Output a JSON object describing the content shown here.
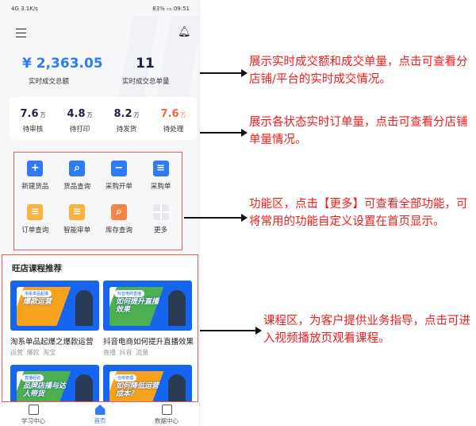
{
  "status_bar": {
    "left": "4G 3.1K/s",
    "battery": "83%",
    "time": "09:51"
  },
  "header": {
    "menu_icon": "menu-icon",
    "bell_icon": "bell-icon"
  },
  "summary": {
    "amount": "¥ 2,363.05",
    "amount_label": "实时成交总额",
    "count": "11",
    "count_label": "实时成交总单量"
  },
  "stats": [
    {
      "value": "7.6",
      "unit": "万",
      "label": "待审核",
      "color": "#1d2140"
    },
    {
      "value": "4.8",
      "unit": "万",
      "label": "待打印",
      "color": "#1d2140"
    },
    {
      "value": "8.2",
      "unit": "万",
      "label": "待发货",
      "color": "#1d2140"
    },
    {
      "value": "7.6",
      "unit": "万",
      "label": "待处理",
      "color": "#f26a3d"
    }
  ],
  "functions": [
    {
      "label": "新建货品",
      "icon": "plus-icon",
      "glyph": "+",
      "color": "#2f7bf5"
    },
    {
      "label": "货品查询",
      "icon": "search-icon",
      "glyph": "⌕",
      "color": "#2f7bf5"
    },
    {
      "label": "采购开单",
      "icon": "shopping-bag-icon",
      "glyph": "−",
      "color": "#2f7bf5"
    },
    {
      "label": "采购单",
      "icon": "document-icon",
      "glyph": "≡",
      "color": "#2f7bf5"
    },
    {
      "label": "订单查询",
      "icon": "order-search-icon",
      "glyph": "≡",
      "color": "#fbb33e"
    },
    {
      "label": "智能审单",
      "icon": "monitor-icon",
      "glyph": "≡",
      "color": "#fbb33e"
    },
    {
      "label": "库存查询",
      "icon": "warehouse-icon",
      "glyph": "⌕",
      "color": "#f6834a"
    },
    {
      "label": "更多",
      "icon": "grid-icon",
      "glyph": "",
      "color": "#e6e8ee"
    }
  ],
  "courses": {
    "title": "旺店课程推荐",
    "items": [
      {
        "name": "淘系单品起爆之爆款运营",
        "tags": "运营 爆款 淘宝",
        "banner": "爆款运营",
        "badge": "淘系单品起爆",
        "panel": "#f7a21b"
      },
      {
        "name": "抖音电商如何提升直播效果",
        "tags": "直播 抖音 流量",
        "banner": "如何提升直播效果",
        "badge": "抖音电商直播",
        "panel": "#4caf50"
      },
      {
        "name": "",
        "tags": "",
        "banner": "品牌店播与达人带货",
        "badge": "直播经验",
        "panel": "#4caf50"
      },
      {
        "name": "",
        "tags": "",
        "banner": "如何降低运营成本？",
        "badge": "仓库管理",
        "panel": "#f7a21b"
      }
    ]
  },
  "bottom_nav": [
    {
      "label": "学习中心",
      "icon": "book-icon"
    },
    {
      "label": "首页",
      "icon": "home-icon",
      "active": true
    },
    {
      "label": "数据中心",
      "icon": "chart-icon"
    }
  ],
  "annotations": [
    "展示实时成交额和成交单量，点击可查看分店铺/平台的实时成交情况。",
    "展示各状态实时订单量，点击可查看分店铺单量情况。",
    "功能区，点击【更多】可查看全部功能，可将常用的功能自定义设置在首页显示。",
    "课程区，为客户提供业务指导，点击可进入视频播放页观看课程。"
  ]
}
